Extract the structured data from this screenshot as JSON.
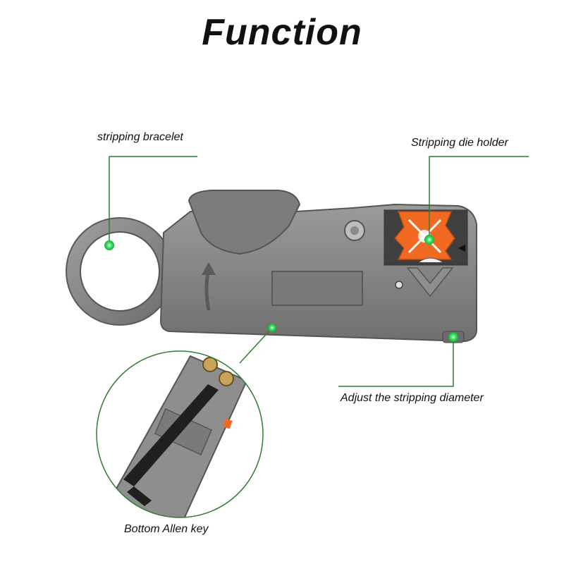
{
  "title": "Function",
  "callouts": {
    "stripping_bracelet": "stripping bracelet",
    "die_holder": "Stripping die holder",
    "adjust_diameter": "Adjust the stripping diameter",
    "allen_key": "Bottom Allen key"
  },
  "colors": {
    "tool_body": "#8a8a8a",
    "tool_dark": "#5f5f5f",
    "callout_line": "#2e7d32",
    "callout_dot": "#33e35a",
    "die_orange": "#f26a21"
  }
}
